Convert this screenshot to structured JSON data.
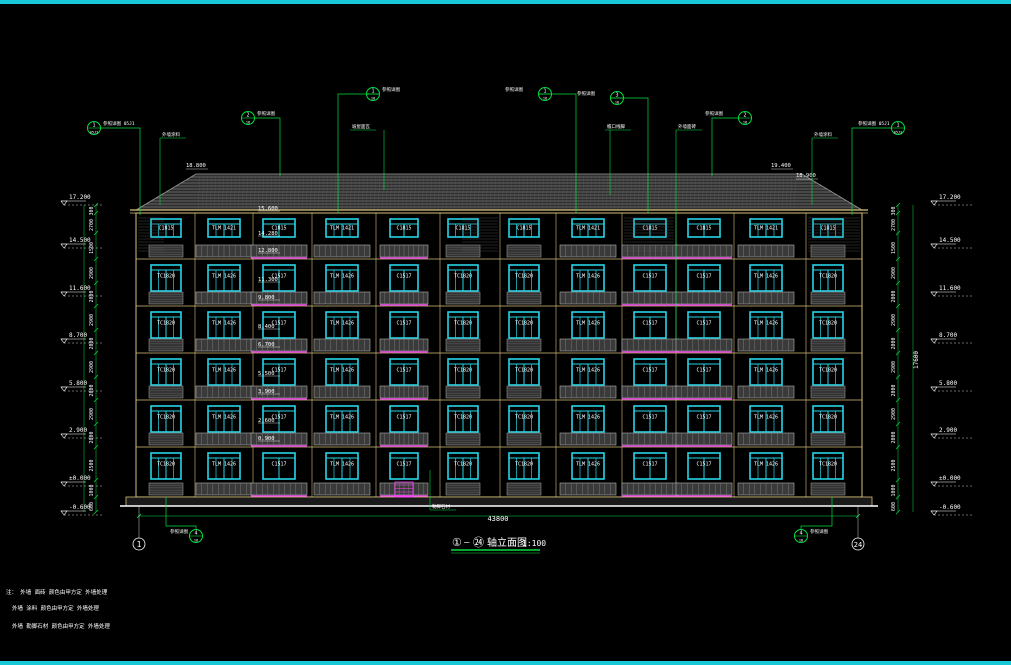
{
  "colors": {
    "background": "#000000",
    "wall": "#d9c27a",
    "window": "#26d4e6",
    "dim_green": "#00e040",
    "railing": "#b0b0b0",
    "roof": "#9a9a9a",
    "magenta": "#ff40ff",
    "text": "#ffffff",
    "frame": "#19c8d6"
  },
  "title": {
    "grid_start": "①",
    "grid_sep": "–",
    "grid_end": "㉔",
    "text": "轴立面图",
    "scale": "1:100"
  },
  "total_width_label": "43800",
  "total_height_label": "17600",
  "grid_labels": {
    "left": "1",
    "right": "24"
  },
  "elevations_left": [
    "17.200",
    "14.500",
    "11.600",
    "8.700",
    "5.800",
    "2.900",
    "±0.000",
    "-0.600"
  ],
  "elevations_right": [
    "17.200",
    "14.500",
    "11.600",
    "8.700",
    "5.800",
    "2.900",
    "±0.000",
    "-0.600"
  ],
  "center_elevations": [
    "15.600",
    "14.280",
    "12.800",
    "11.300",
    "9.800",
    "8.400",
    "6.700",
    "5.500",
    "3.900",
    "2.600",
    "0.900"
  ],
  "roof_elevations": [
    "18.800",
    "19.400",
    "18.900"
  ],
  "dims_left": [
    "300",
    "2700",
    "1500",
    "2900",
    "2000",
    "2900",
    "2000",
    "2900",
    "2000",
    "2900",
    "2000",
    "2500",
    "1000",
    "600"
  ],
  "dims_right": [
    "300",
    "2700",
    "1500",
    "2900",
    "2000",
    "2900",
    "2000",
    "2900",
    "2000",
    "2900",
    "2000",
    "2500",
    "1000",
    "600"
  ],
  "top_floor_labels": [
    "C1815",
    "TLM 1421",
    "C1815",
    "TLM 1421",
    "C1815",
    "C1815",
    "C1815",
    "TLM 1421",
    "C1815",
    "C1815",
    "TLM 1421",
    "C1815"
  ],
  "typical_floor_labels": [
    "TC1820",
    "TLM 1426",
    "C1517",
    "TLM 1426",
    "C1517",
    "TC1820",
    "TC1820",
    "TLM 1426",
    "C1517",
    "C1517",
    "TLM 1426",
    "TC1820"
  ],
  "callouts_top": [
    {
      "num": "1",
      "ref": "05J3",
      "note": "参照详图 05J1"
    },
    {
      "num": "2",
      "ref": "18",
      "note": "参照详图"
    },
    {
      "num": "1",
      "ref": "18",
      "note": "参照详图"
    },
    {
      "num": "1",
      "ref": "18",
      "note": "参照详图"
    },
    {
      "num": "3",
      "ref": "18",
      "note": "参照详图"
    },
    {
      "num": "2",
      "ref": "18",
      "note": "参照详图"
    },
    {
      "num": "1",
      "ref": "05J3",
      "note": "参照详图 05J1"
    }
  ],
  "callouts_bottom": [
    {
      "num": "4",
      "ref": "18",
      "note": "参照详图"
    },
    {
      "num": "4",
      "ref": "18",
      "note": "参照详图"
    }
  ],
  "leader_notes": [
    "坡屋面瓦",
    "檐口线脚",
    "外墙面砖",
    "外墙涂料",
    "外墙涂料",
    "勒脚石材"
  ],
  "notes": [
    "注：  外墙  面砖    颜色由甲方定    外墙处理",
    "外墙  涂料    颜色由甲方定    外墙处理",
    "外墙  勒脚石材    颜色由甲方定    外墙处理"
  ]
}
